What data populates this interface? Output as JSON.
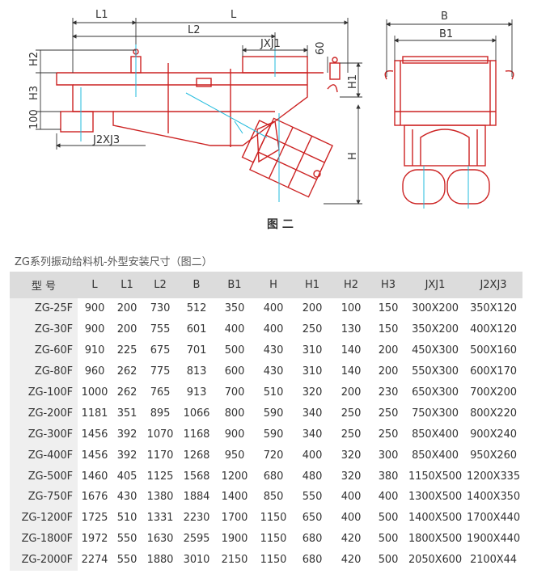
{
  "drawing": {
    "figure_label": "图 二",
    "dim_labels": {
      "L1": "L1",
      "L": "L",
      "L2": "L2",
      "JXJ1": "JXJ1",
      "d60": "60",
      "H2": "H2",
      "H3": "H3",
      "d100": "100",
      "J2XJ3": "J2XJ3",
      "H1": "H1",
      "H": "H",
      "B": "B",
      "B1": "B1"
    },
    "colors": {
      "outline": "#cc2222",
      "center": "#22bbdd",
      "dim": "#333333"
    }
  },
  "caption": "ZG系列振动给料机-外型安装尺寸（图二）",
  "table": {
    "headers": [
      "型  号",
      "L",
      "L1",
      "L2",
      "B",
      "B1",
      "H",
      "H1",
      "H2",
      "H3",
      "JXJ1",
      "J2XJ3"
    ],
    "rows": [
      [
        "ZG-25F",
        "900",
        "200",
        "730",
        "512",
        "350",
        "400",
        "200",
        "100",
        "150",
        "300X200",
        "350X120"
      ],
      [
        "ZG-30F",
        "900",
        "200",
        "755",
        "601",
        "400",
        "400",
        "250",
        "130",
        "150",
        "350X200",
        "400X120"
      ],
      [
        "ZG-60F",
        "910",
        "225",
        "675",
        "701",
        "500",
        "430",
        "310",
        "140",
        "200",
        "450X300",
        "500X160"
      ],
      [
        "ZG-80F",
        "960",
        "262",
        "775",
        "813",
        "600",
        "430",
        "310",
        "140",
        "200",
        "550X300",
        "600X170"
      ],
      [
        "ZG-100F",
        "1000",
        "262",
        "765",
        "913",
        "700",
        "510",
        "320",
        "200",
        "230",
        "650X300",
        "700X200"
      ],
      [
        "ZG-200F",
        "1181",
        "351",
        "895",
        "1066",
        "800",
        "590",
        "340",
        "250",
        "250",
        "750X300",
        "800X220"
      ],
      [
        "ZG-300F",
        "1456",
        "392",
        "1070",
        "1168",
        "900",
        "590",
        "340",
        "250",
        "250",
        "850X400",
        "900X240"
      ],
      [
        "ZG-400F",
        "1456",
        "392",
        "1170",
        "1268",
        "950",
        "720",
        "400",
        "320",
        "300",
        "850X400",
        "950X260"
      ],
      [
        "ZG-500F",
        "1460",
        "405",
        "1125",
        "1568",
        "1200",
        "680",
        "480",
        "320",
        "380",
        "1150X500",
        "1200X335"
      ],
      [
        "ZG-750F",
        "1676",
        "430",
        "1380",
        "1884",
        "1400",
        "850",
        "550",
        "400",
        "400",
        "1300X500",
        "1400X350"
      ],
      [
        "ZG-1200F",
        "1725",
        "510",
        "1331",
        "2230",
        "1700",
        "1150",
        "650",
        "400",
        "500",
        "1400X500",
        "1700X440"
      ],
      [
        "ZG-1800F",
        "1972",
        "550",
        "1630",
        "2595",
        "1900",
        "1150",
        "680",
        "420",
        "500",
        "1800X500",
        "1900X440"
      ],
      [
        "ZG-2000F",
        "2274",
        "550",
        "1880",
        "3010",
        "2150",
        "1150",
        "680",
        "420",
        "500",
        "2050X600",
        "2100X44"
      ]
    ]
  }
}
